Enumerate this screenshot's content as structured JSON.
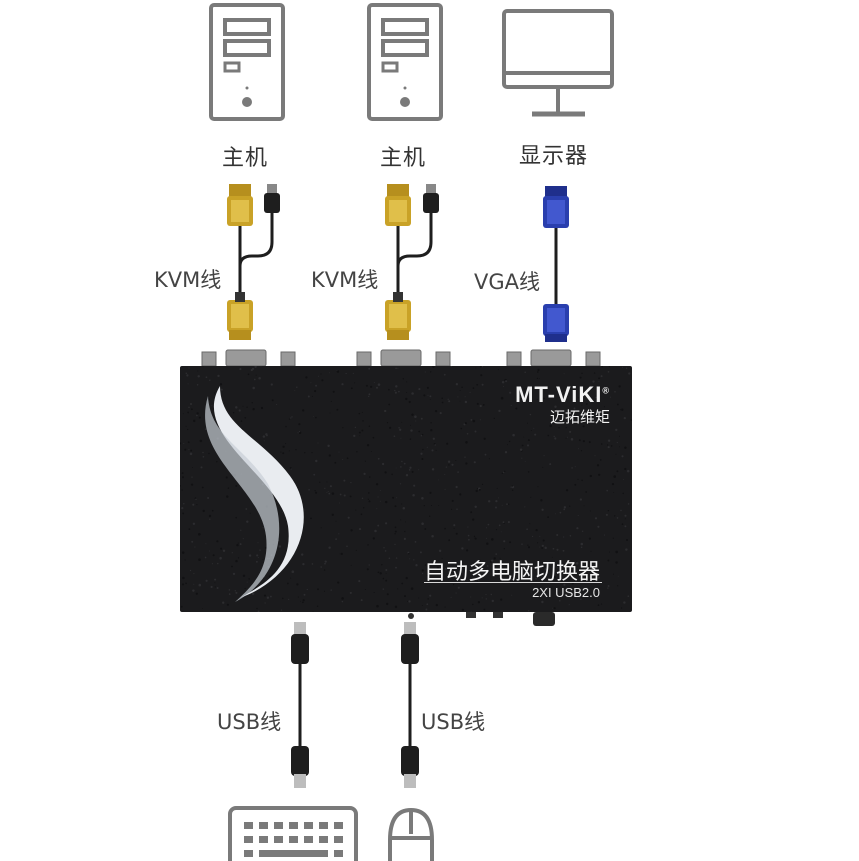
{
  "devices_top": {
    "host1_label": "主机",
    "host2_label": "主机",
    "monitor_label": "显示器"
  },
  "cables_top": {
    "kvm1_label": "KVM线",
    "kvm2_label": "KVM线",
    "vga_label": "VGA线"
  },
  "switch": {
    "brand_name": "MT-ViKI",
    "brand_mark": "®",
    "brand_chinese": "迈拓维矩",
    "title": "自动多电脑切换器",
    "subtitle": "2XI USB2.0"
  },
  "cables_bottom": {
    "usb1_label": "USB线",
    "usb2_label": "USB线"
  },
  "devices_bottom": {
    "keyboard": "keyboard-icon",
    "mouse": "mouse-icon"
  },
  "colors": {
    "outline_gray": "#7a7a7a",
    "kvm_gold": "#c9a227",
    "vga_blue": "#2a3fae",
    "cable_black": "#1e1e1e",
    "switch_body": "#1b1b1d"
  }
}
